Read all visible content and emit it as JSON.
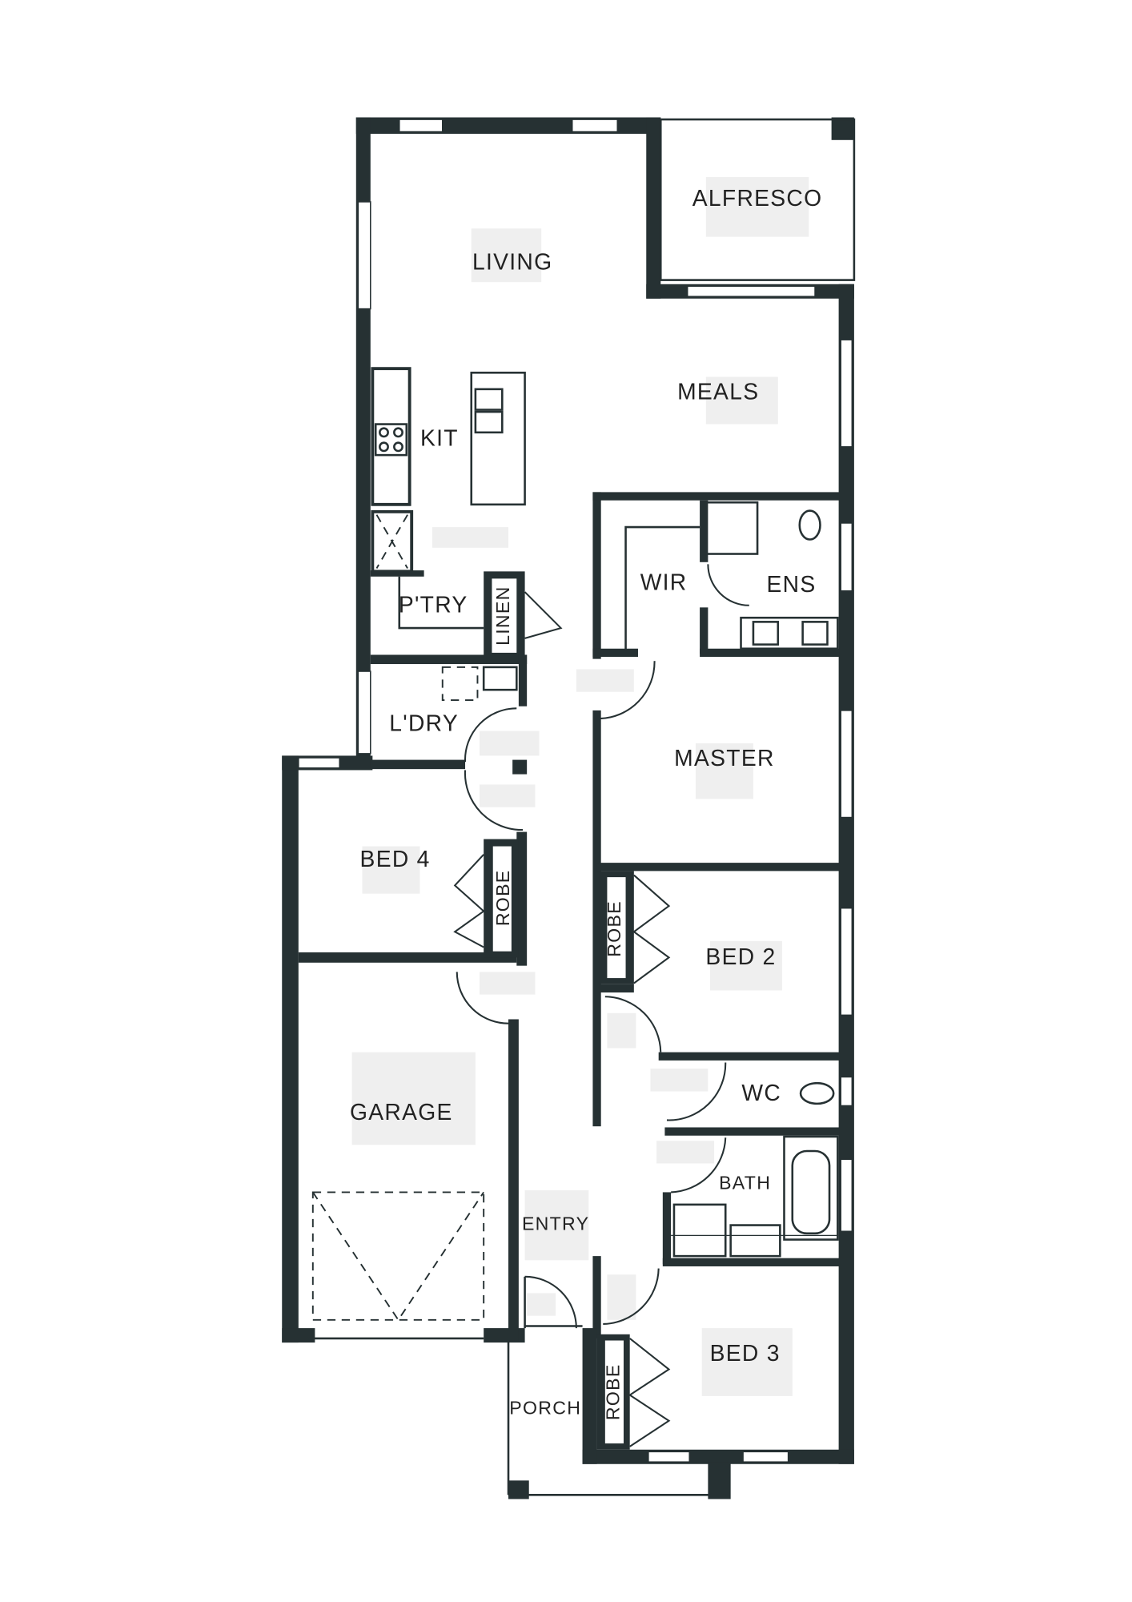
{
  "plan": {
    "wall_color": "#263133",
    "rooms": {
      "alfresco": "ALFRESCO",
      "living": "LIVING",
      "meals": "MEALS",
      "kit": "KIT",
      "pantry": "P'TRY",
      "linen": "LINEN",
      "wir": "WIR",
      "ens": "ENS",
      "laundry": "L'DRY",
      "master": "MASTER",
      "bed4": "BED 4",
      "robe_bed4": "ROBE",
      "robe_bed2": "ROBE",
      "bed2": "BED 2",
      "wc": "WC",
      "garage": "GARAGE",
      "bath": "BATH",
      "entry": "ENTRY",
      "bed3": "BED 3",
      "robe_bed3": "ROBE",
      "porch": "PORCH"
    }
  }
}
